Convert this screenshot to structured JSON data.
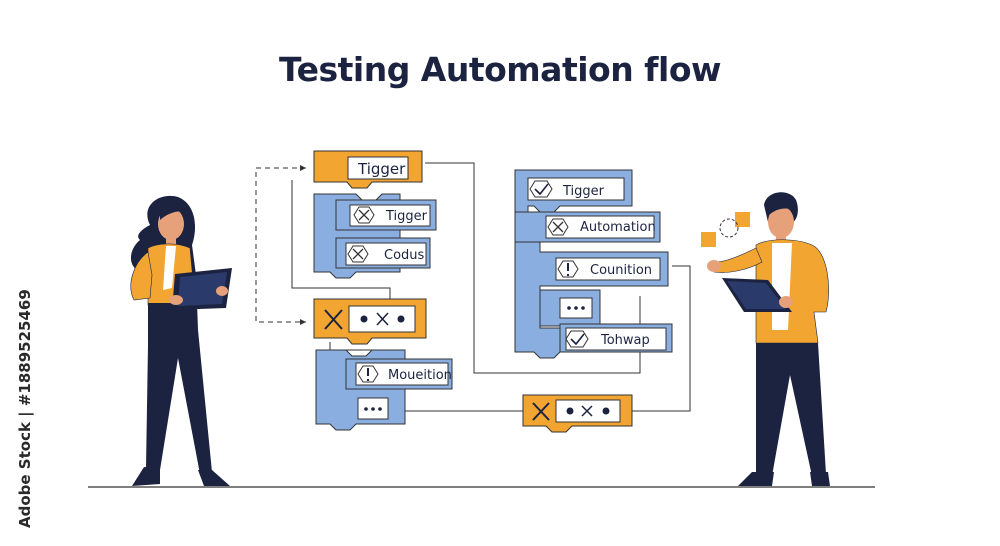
{
  "title": "Testing Automation flow",
  "watermark": "Adobe Stock | #1889525469",
  "colors": {
    "orange": "#f2a531",
    "blue": "#8aaee0",
    "navy": "#1c2340",
    "line": "#333333"
  },
  "diagram": {
    "top_trigger": "Tigger",
    "left_group": [
      "Tigger",
      "Codus"
    ],
    "bottom_left_group": [
      "Moueition"
    ],
    "right_group": [
      "Tigger",
      "Automation",
      "Counition",
      "Tohwap"
    ]
  },
  "icons": [
    "x-icon",
    "check-icon",
    "exclamation-icon",
    "ellipsis-icon",
    "dot-icon"
  ]
}
